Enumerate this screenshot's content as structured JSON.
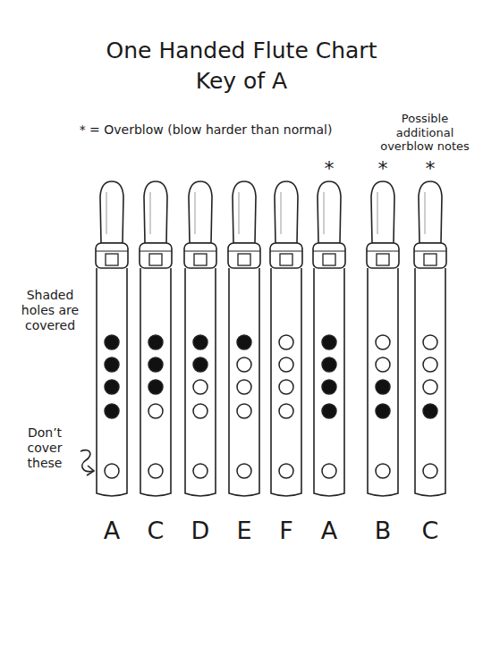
{
  "diagram": {
    "title": "One Handed Flute Chart",
    "labels": [
      "Key of A",
      "* = Overblow (blow harder than normal)",
      "Possible additional overblow notes",
      "Shaded holes are covered",
      "Don’t cover these",
      "*",
      "*",
      "*",
      "A",
      "C",
      "D",
      "E",
      "F",
      "A",
      "B",
      "C"
    ]
  }
}
